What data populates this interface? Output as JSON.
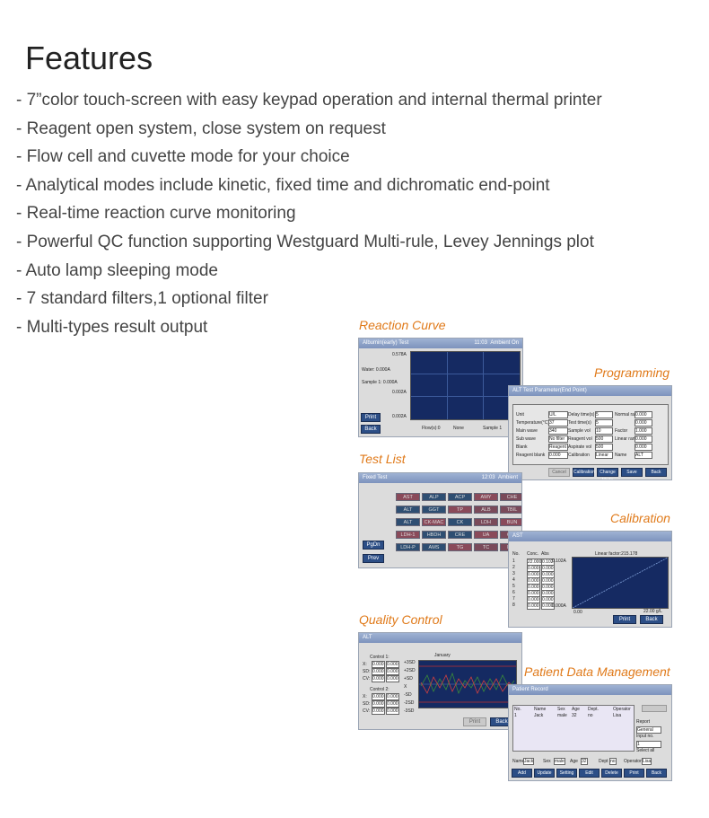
{
  "heading": "Features",
  "features": [
    "- 7”color touch-screen with easy keypad operation and internal thermal printer",
    "- Reagent open system, close system on request",
    "- Flow cell and cuvette mode for your choice",
    "- Analytical modes include kinetic, fixed time and dichromatic end-point",
    "- Real-time reaction curve monitoring",
    "- Powerful QC function supporting Westguard Multi-rule, Levey Jennings plot",
    "- Auto lamp sleeping mode",
    "- 7 standard filters,1 optional filter",
    "- Multi-types result output"
  ],
  "captions": {
    "reaction": "Reaction Curve",
    "programming": "Programming",
    "testlist": "Test List",
    "calibration": "Calibration",
    "qc": "Quality Control",
    "patient": "Patient Data Management"
  },
  "colors": {
    "caption": "#e07a1a",
    "bar": "#8ea3c9",
    "plot": "#152a62",
    "button": "#2c4e86"
  },
  "reaction": {
    "bar_title": "Albumin(early) Test",
    "bar_time": "11:03",
    "bar_status": "Ambient  On",
    "water": "Water: 0.000A",
    "sample": "Sample 1: 0.000A",
    "y_top": "0.578A",
    "y_mid": "0.002A",
    "y_bot": "0.002A",
    "buttons": [
      "Print",
      "Back"
    ],
    "footer": [
      "Flow(s):0",
      "None",
      "Sample 1"
    ]
  },
  "programming": {
    "bar_title": "ALT Test Parameter(End Point)",
    "labels": [
      "Unit",
      "Temperature(°C)",
      "Main wave",
      "Sub wave",
      "Blank",
      "Reagent blank"
    ],
    "values": [
      "U/L",
      "37",
      "340",
      "No filter",
      "Reagent",
      "0.000"
    ],
    "labels2": [
      "Delay time(s)",
      "Test time(s)",
      "Sample vol",
      "Reagent vol",
      "Aspirate vol",
      "Calibration"
    ],
    "values2": [
      "5",
      "5",
      "10",
      "500",
      "500",
      "Linear"
    ],
    "labels3": [
      "Normal range",
      "",
      "Factor",
      "Linear range",
      "",
      "Name"
    ],
    "values3": [
      "0.000",
      "0.000",
      "1.000",
      "0.000",
      "0.000",
      "ALT"
    ],
    "buttons": [
      "Cancel",
      "Calibration",
      "Change Mode",
      "Save",
      "Back"
    ]
  },
  "testlist": {
    "bar_title": "Fixed Test",
    "bar_time": "12:03",
    "bar_status": "Ambient",
    "cells": [
      "AST",
      "ALP",
      "ACP",
      "AMY",
      "CHE",
      "ALT",
      "GGT",
      "TP",
      "ALB",
      "TBIL",
      "ALT",
      "CK-MAC",
      "CK",
      "LDH",
      "BUN",
      "LDH-1",
      "HBDH",
      "CRE",
      "UA",
      "GLU",
      "LDH-P",
      "AMS",
      "TG",
      "TC",
      "HDL"
    ],
    "buttons": [
      "PgDn",
      "Prev"
    ]
  },
  "calibration": {
    "bar_title": "AST",
    "headers": [
      "No.",
      "Conc.",
      "Abs"
    ],
    "rows": [
      [
        "1",
        "22.000",
        "0.102"
      ],
      [
        "2",
        "0.000",
        "0.000"
      ],
      [
        "3",
        "0.000",
        "0.000"
      ],
      [
        "4",
        "0.000",
        "0.000"
      ],
      [
        "5",
        "0.000",
        "0.000"
      ],
      [
        "6",
        "0.000",
        "0.000"
      ],
      [
        "7",
        "0.000",
        "0.000"
      ],
      [
        "8",
        "0.000",
        "0.000"
      ]
    ],
    "factor": "Linear factor:215.178",
    "y_top": "0.102A",
    "y_bot": "0.000A",
    "x_left": "0.00",
    "x_right": "22.00 g/L",
    "buttons": [
      "Print",
      "Back"
    ]
  },
  "qc": {
    "bar_title": "ALT",
    "plot_title": "January",
    "control1": "Control 1:",
    "control2": "Control 2:",
    "stat_labels": [
      "X:",
      "SD:",
      "CV:"
    ],
    "stat_vals1": [
      "0.000",
      "0.000",
      "0.000"
    ],
    "stat_vals2": [
      "0.000",
      "0.000",
      "0.000"
    ],
    "axis": [
      "+3SD",
      "+2SD",
      "+SD",
      "X",
      "-SD",
      "-2SD",
      "-3SD"
    ],
    "buttons": [
      "Print",
      "Back"
    ]
  },
  "patient": {
    "bar_title": "Patient Record",
    "headers": [
      "No.",
      "Name",
      "Sex",
      "Age",
      "Dept.",
      "Operator"
    ],
    "row": [
      "1",
      "Jack",
      "male",
      "32",
      "no",
      "Lisa"
    ],
    "right": [
      "Report",
      "General",
      "Input no.",
      "1",
      "Select all"
    ],
    "bottom_labels": [
      "Name",
      "Sex",
      "Age",
      "Dept",
      "Operator"
    ],
    "bottom_values": [
      "Jack",
      "male",
      "32",
      "no",
      "Lisa"
    ],
    "buttons": [
      "Add",
      "Update",
      "Setting",
      "Edit",
      "Delete",
      "Print",
      "Back"
    ]
  }
}
